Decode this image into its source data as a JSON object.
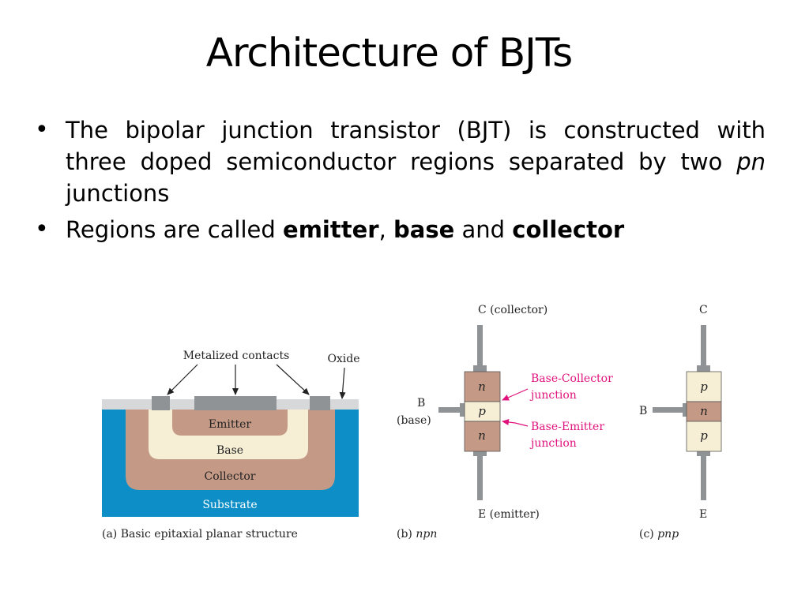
{
  "slide": {
    "title": "Architecture of BJTs",
    "bullet1": {
      "text_before": "The bipolar junction transistor (BJT) is constructed with three doped semiconductor regions separated by two ",
      "text_italic": "pn",
      "text_after": " junctions"
    },
    "bullet2": {
      "prefix": "Regions are called ",
      "term1": "emitter",
      "sep1": ", ",
      "term2": "base",
      "sep2": " and ",
      "term3": "collector"
    }
  },
  "figure_a": {
    "metal_label": "Metalized contacts",
    "oxide_label": "Oxide",
    "emitter": "Emitter",
    "base": "Base",
    "collector": "Collector",
    "substrate": "Substrate",
    "caption": "(a) Basic epitaxial planar structure"
  },
  "figure_b": {
    "collector_label": "C (collector)",
    "base_label1": "B",
    "base_label2": "(base)",
    "emitter_label": "E (emitter)",
    "region_top": "n",
    "region_mid": "p",
    "region_bot": "n",
    "junction_bc1": "Base-Collector",
    "junction_bc2": "junction",
    "junction_be1": "Base-Emitter",
    "junction_be2": "junction",
    "caption_prefix": "(b) ",
    "caption_type": "npn"
  },
  "figure_c": {
    "collector_label": "C",
    "base_label": "B",
    "emitter_label": "E",
    "region_top": "p",
    "region_mid": "n",
    "region_bot": "p",
    "caption_prefix": "(c) ",
    "caption_type": "pnp"
  },
  "colors": {
    "substrate": "#0e8ec6",
    "collector_n": "#c49a86",
    "base_p": "#f6efd6",
    "metal": "#8f9396",
    "oxide": "#d6d8da",
    "annotation": "#e0127c"
  }
}
